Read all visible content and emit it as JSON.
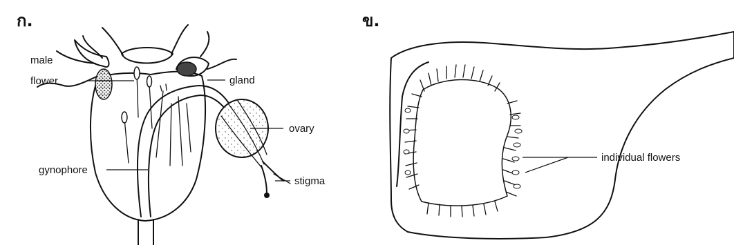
{
  "panels": {
    "a": {
      "marker": "ก.",
      "labels": {
        "male_flower_line1": "male",
        "male_flower_line2": "flower",
        "gland": "gland",
        "ovary": "ovary",
        "gynophore": "gynophore",
        "stigma": "stigma"
      }
    },
    "b": {
      "marker": "ข.",
      "labels": {
        "individual_flowers": "individual flowers"
      }
    }
  },
  "colors": {
    "ink": "#111111",
    "paper": "#ffffff"
  }
}
